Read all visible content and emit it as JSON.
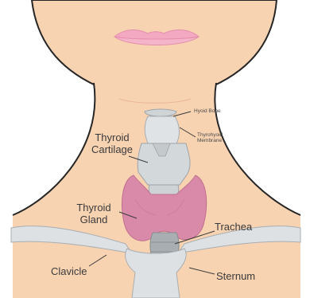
{
  "labels": {
    "hyoid_bone": "Hyoid Bone",
    "thyrohyoid_membrane_line1": "Thyrohyoid",
    "thyrohyoid_membrane_line2": "Membrane",
    "thyroid_cartilage_line1": "Thyroid",
    "thyroid_cartilage_line2": "Cartilage",
    "thyroid_gland_line1": "Thyroid",
    "thyroid_gland_line2": "Gland",
    "trachea": "Trachea",
    "clavicle": "Clavicle",
    "sternum": "Sternum"
  },
  "colors": {
    "skin": "#f8d3b2",
    "outline": "#262626",
    "lips": "#f2a9c1",
    "bone": "#d6dadd",
    "bone_dark": "#aab0b4",
    "gland": "#d98aa8"
  }
}
